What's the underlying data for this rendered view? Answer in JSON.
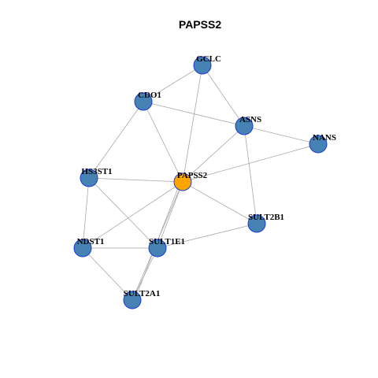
{
  "title": "PAPSS2",
  "colors": {
    "background": "#ffffff",
    "node_fill": "#4682b4",
    "hub_fill": "#ffa500",
    "node_border": "#1a3cd6",
    "edge": "#a8a8a8",
    "label": "#000000"
  },
  "nodes": [
    {
      "id": "gclc",
      "label": "GCLC",
      "hub": false
    },
    {
      "id": "cdo1",
      "label": "CDO1",
      "hub": false
    },
    {
      "id": "asns",
      "label": "ASNS",
      "hub": false
    },
    {
      "id": "nans",
      "label": "NANS",
      "hub": false
    },
    {
      "id": "hs3st1",
      "label": "HS3ST1",
      "hub": false
    },
    {
      "id": "papss2",
      "label": "PAPSS2",
      "hub": true
    },
    {
      "id": "sult2b1",
      "label": "SULT2B1",
      "hub": false
    },
    {
      "id": "ndst1",
      "label": "NDST1",
      "hub": false
    },
    {
      "id": "sult1e1",
      "label": "SULT1E1",
      "hub": false
    },
    {
      "id": "sult2a1",
      "label": "SULT2A1",
      "hub": false
    }
  ],
  "edges": [
    [
      "gclc",
      "cdo1"
    ],
    [
      "gclc",
      "asns"
    ],
    [
      "gclc",
      "papss2"
    ],
    [
      "cdo1",
      "asns"
    ],
    [
      "cdo1",
      "papss2"
    ],
    [
      "cdo1",
      "hs3st1"
    ],
    [
      "asns",
      "nans"
    ],
    [
      "asns",
      "papss2"
    ],
    [
      "asns",
      "sult2b1"
    ],
    [
      "nans",
      "papss2"
    ],
    [
      "hs3st1",
      "papss2"
    ],
    [
      "hs3st1",
      "ndst1"
    ],
    [
      "hs3st1",
      "sult1e1"
    ],
    [
      "papss2",
      "sult2b1"
    ],
    [
      "papss2",
      "ndst1"
    ],
    [
      "papss2",
      "sult1e1"
    ],
    [
      "papss2",
      "sult2a1"
    ],
    [
      "sult2b1",
      "sult1e1"
    ],
    [
      "ndst1",
      "sult1e1"
    ],
    [
      "ndst1",
      "sult2a1"
    ],
    [
      "sult1e1",
      "sult2a1"
    ]
  ]
}
